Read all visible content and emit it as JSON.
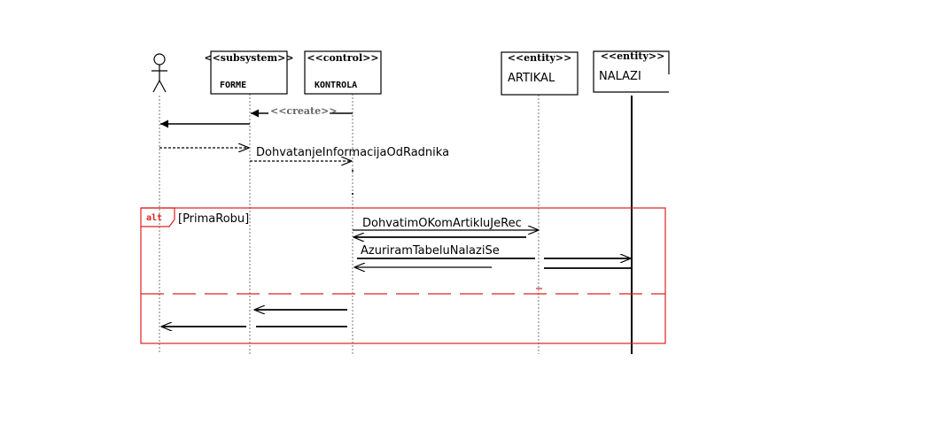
{
  "lifelines": {
    "forme": {
      "stereotype": "<<subsystem>>",
      "name": "FORME"
    },
    "kontrola": {
      "stereotype": "<<control>>",
      "name": "KONTROLA"
    },
    "artikal": {
      "stereotype": "<<entity>>",
      "name": "ARTIKAL"
    },
    "nalazi": {
      "stereotype": "<<entity>>",
      "name": "NALAZI"
    }
  },
  "messages": {
    "create": "<<create>>",
    "dohvatanje": "DohvatanjeInformacijaOdRadnika",
    "dohvatim": "DohvatimOKomArtikluJeRec",
    "azuriram": "AzuriramTabeluNalaziSe"
  },
  "fragment": {
    "operator": "alt",
    "guard": "[PrimaRobu]"
  },
  "colors": {
    "fragment": "#e02020",
    "line": "#000000",
    "lifeline": "#777777"
  }
}
